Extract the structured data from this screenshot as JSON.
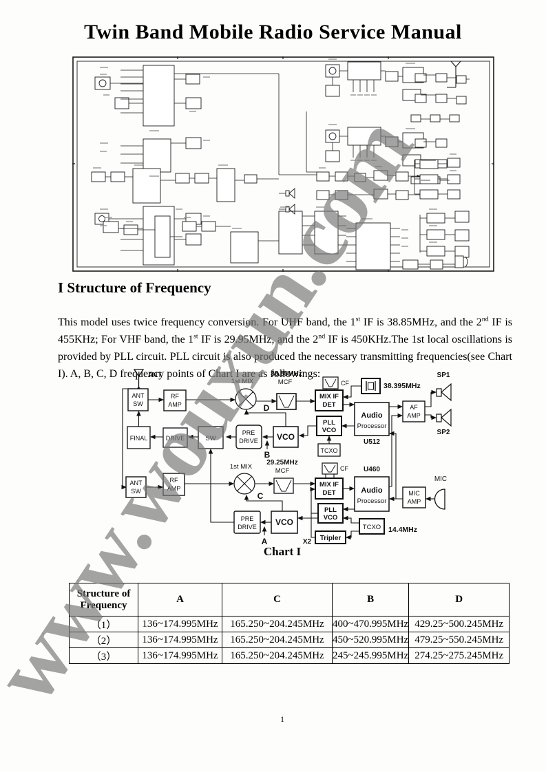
{
  "page": {
    "title": "Twin Band Mobile Radio Service Manual",
    "page_number": "1",
    "watermark": "www.wouxun.com"
  },
  "section": {
    "heading": "I Structure of Frequency",
    "paragraph_segments": [
      {
        "text": "This model uses twice frequency conversion. For UHF band, the 1"
      },
      {
        "sup": "st"
      },
      {
        "text": " IF is 38.85MHz, and the 2"
      },
      {
        "sup": "nd"
      },
      {
        "text": " IF is 455KHz; For VHF band, the 1"
      },
      {
        "sup": "st"
      },
      {
        "text": " IF is 29.95MHz, and the 2"
      },
      {
        "sup": "nd"
      },
      {
        "text": " IF is 450KHz.The 1st local oscillations is provided by PLL circuit. PLL circuit is also produced the necessary transmitting frequencies(see Chart I). A, B, C, D frequency points of Chart I are as followings:"
      }
    ]
  },
  "diagram": {
    "caption": "Chart I",
    "ant": "ANT",
    "ant_sw_1": "ANT",
    "ant_sw_2": "SW",
    "rf_amp_1": "RF",
    "rf_amp_2": "AMP",
    "first_mix": "1st MIX",
    "mcf": "MCF",
    "mcf_freq_upper": "38.85MHz",
    "mcf_freq_lower": "29.25MHz",
    "cf": "CF",
    "mix_if_det_1": "MIX IF",
    "mix_if_det_2": "DET",
    "crystal_freq": "38.395MHz",
    "audio_1": "Audio",
    "audio_2": "Processor",
    "u512": "U512",
    "u460": "U460",
    "af_amp_1": "AF",
    "af_amp_2": "AMP",
    "sp1": "SP1",
    "sp2": "SP2",
    "mic_amp_1": "MIC",
    "mic_amp_2": "AMP",
    "mic": "MIC",
    "final": "FINAL",
    "drive": "DRIVE",
    "sw": "SW",
    "pre_drive_1": "PRE",
    "pre_drive_2": "DRIVE",
    "vco": "VCO",
    "pll_vco_1": "PLL",
    "pll_vco_2": "VCO",
    "tcxo": "TCXO",
    "tcxo_freq": "14.4MHz",
    "tripler": "Tripler",
    "x2": "X2",
    "point_a": "A",
    "point_b": "B",
    "point_c": "C",
    "point_d": "D"
  },
  "table": {
    "header": {
      "col0_line1": "Structure of",
      "col0_line2": "Frequency",
      "col_a": "A",
      "col_c": "C",
      "col_b": "B",
      "col_d": "D"
    },
    "rows": [
      {
        "label": "（1）",
        "a": "136~174.995MHz",
        "c": "165.250~204.245MHz",
        "b": "400~470.995MHz",
        "d": "429.25~500.245MHz"
      },
      {
        "label": "（2）",
        "a": "136~174.995MHz",
        "c": "165.250~204.245MHz",
        "b": "450~520.995MHz",
        "d": "479.25~550.245MHz"
      },
      {
        "label": "（3）",
        "a": "136~174.995MHz",
        "c": "165.250~204.245MHz",
        "b": "245~245.995MHz",
        "d": "274.25~275.245MHz"
      }
    ]
  }
}
